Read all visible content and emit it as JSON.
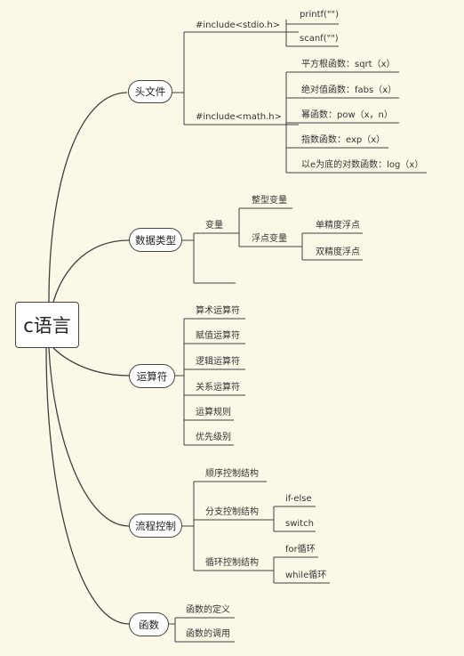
{
  "root": "c语言",
  "branches": {
    "header": {
      "label": "头文件",
      "stdio": "#include<stdio.h>",
      "printf": "printf(\"\")",
      "scanf": "scanf(\"\")",
      "math": "#include<math.h>",
      "sqrt": "平方根函数：sqrt（x）",
      "fabs": "绝对值函数：fabs（x）",
      "pow": "幂函数：pow（x，n）",
      "exp": "指数函数：exp（x）",
      "log": "以e为底的对数函数：log（x）"
    },
    "datatype": {
      "label": "数据类型",
      "variable": "变量",
      "int": "整型变量",
      "float": "浮点变量",
      "single": "单精度浮点",
      "double": "双精度浮点"
    },
    "operator": {
      "label": "运算符",
      "items": [
        "算术运算符",
        "赋值运算符",
        "逻辑运算符",
        "关系运算符",
        "运算规则",
        "优先级别"
      ]
    },
    "flow": {
      "label": "流程控制",
      "sequence": "顺序控制结构",
      "branch": "分支控制结构",
      "ifelse": "if-else",
      "switch": "switch",
      "loop": "循环控制结构",
      "for": "for循环",
      "while": "while循环"
    },
    "function": {
      "label": "函数",
      "define": "函数的定义",
      "call": "函数的调用"
    }
  },
  "colors": {
    "background": "#fcf8e8",
    "line": "#3f3f3f",
    "node_fill": "#ffffff"
  }
}
